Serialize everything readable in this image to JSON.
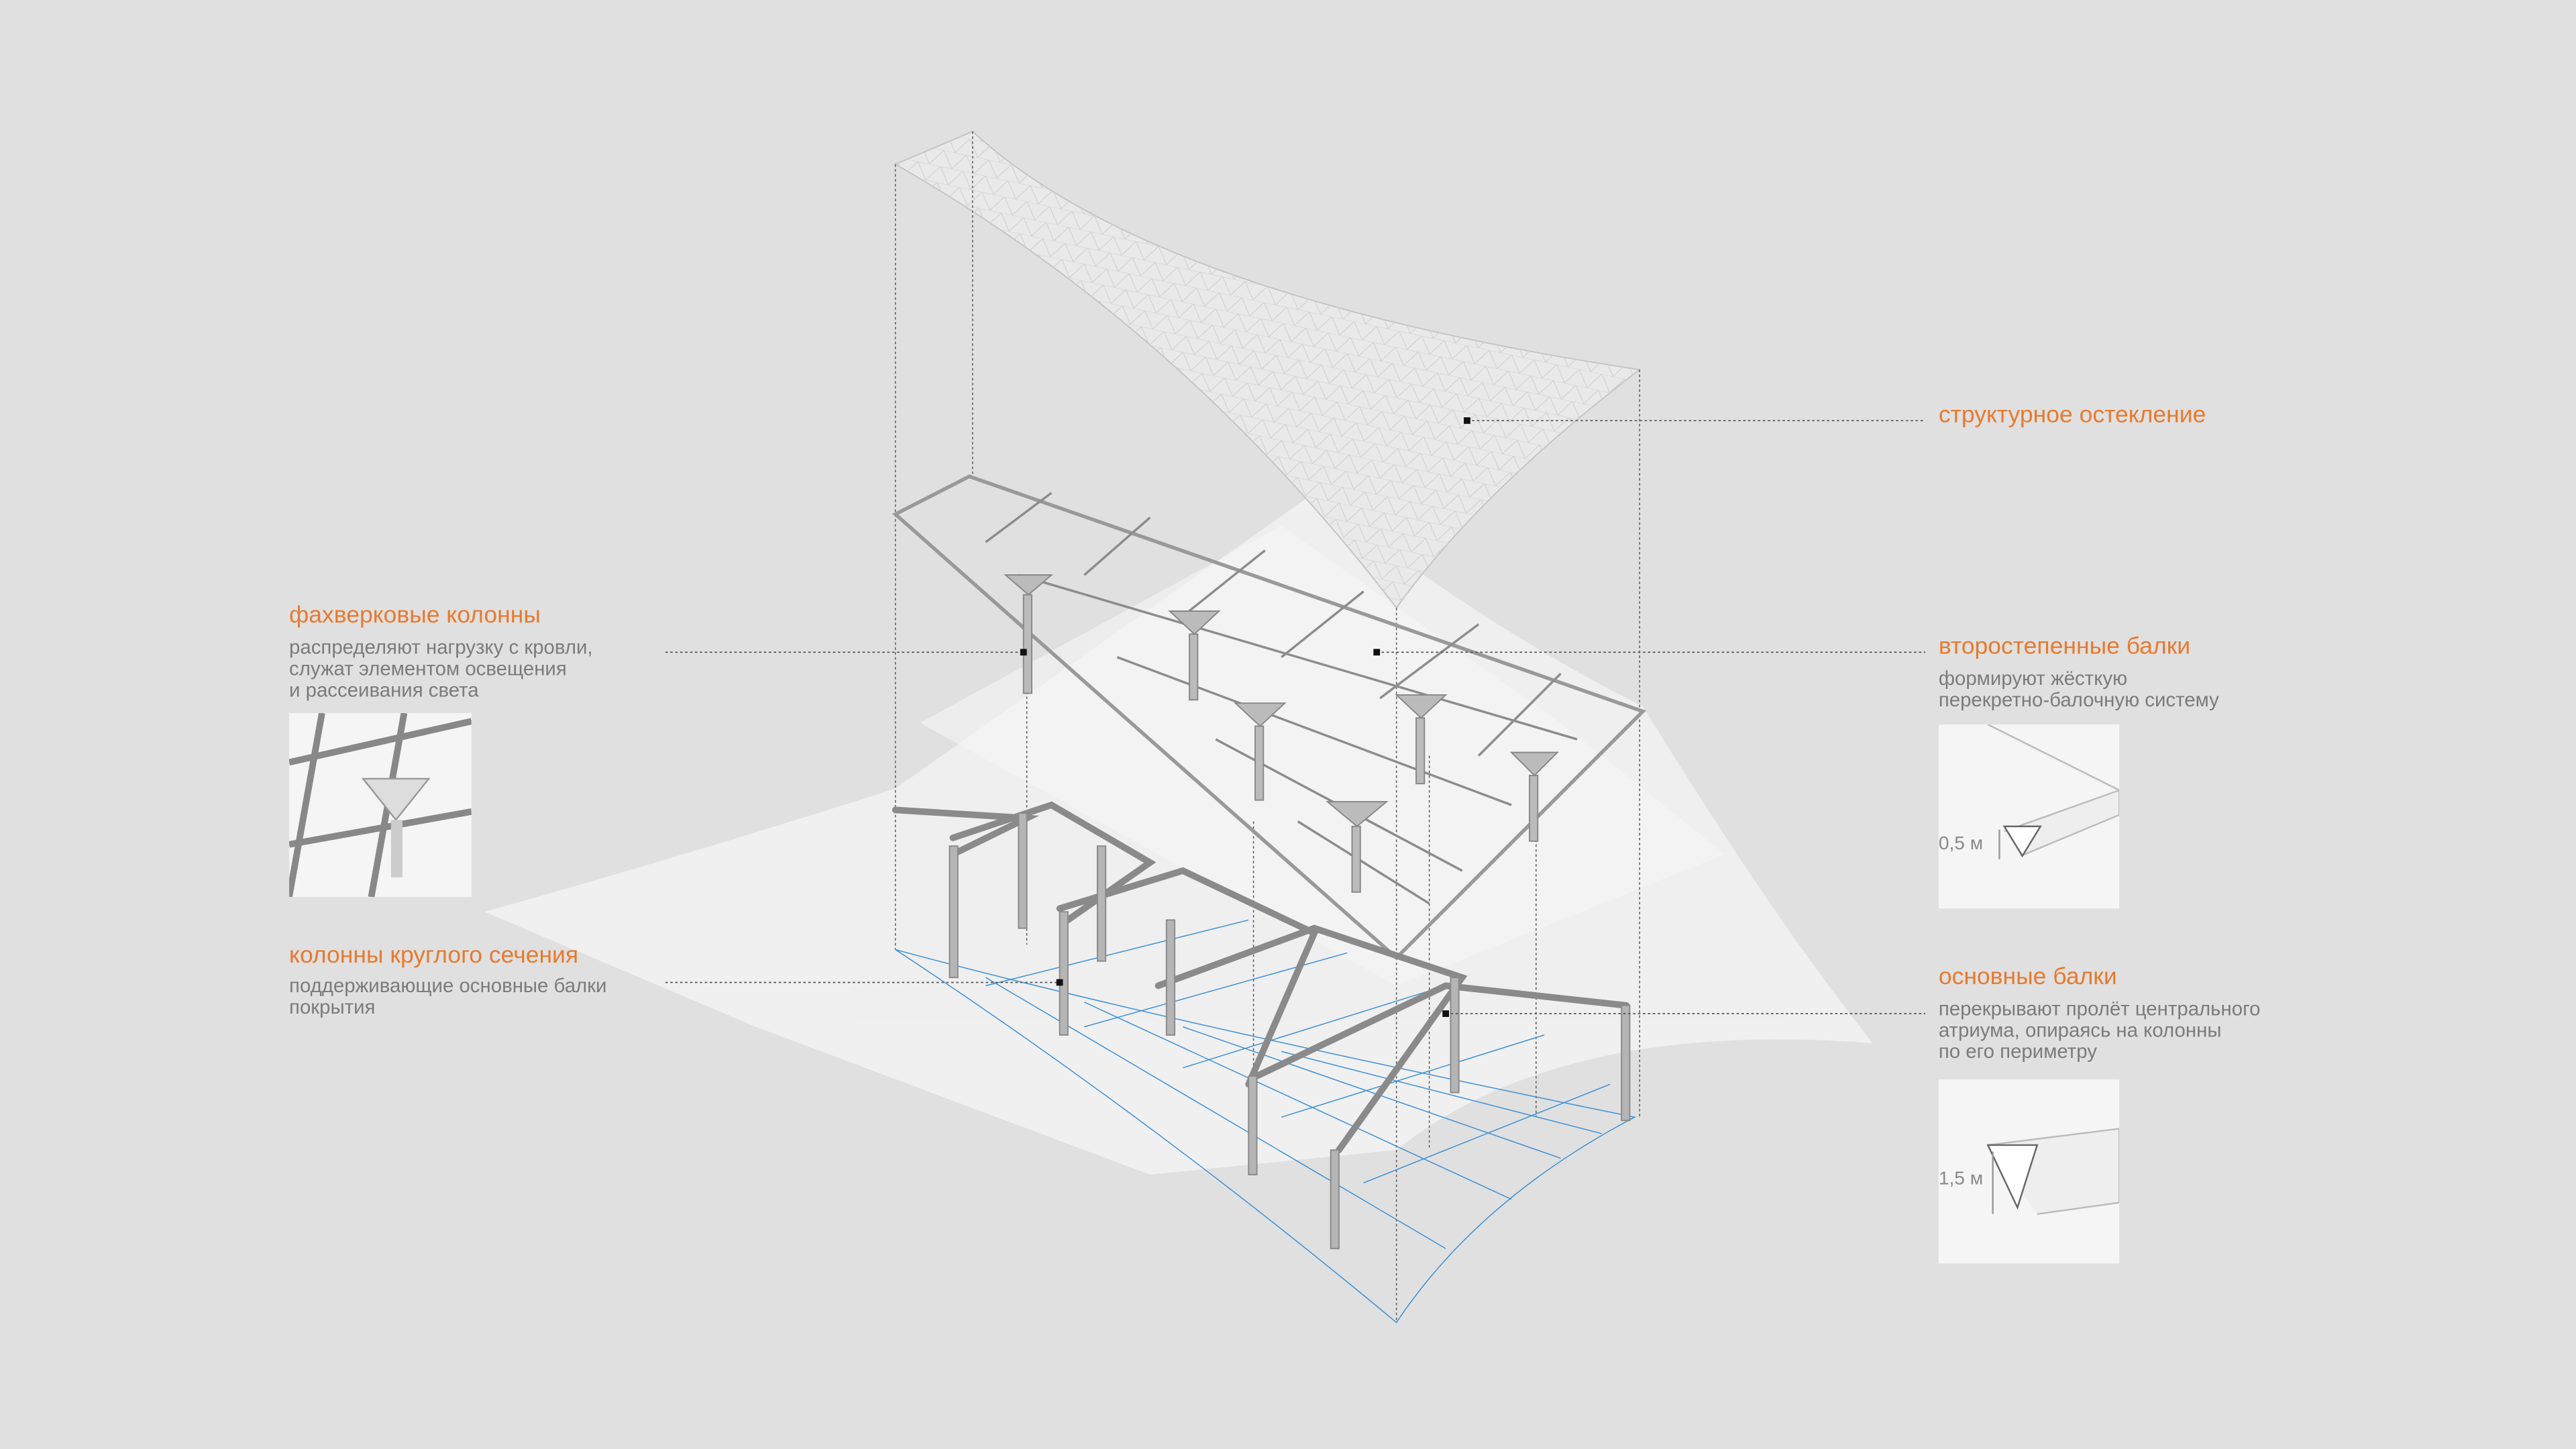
{
  "labels": {
    "glazing": {
      "title": "структурное остекление"
    },
    "truss_columns": {
      "title": "фахверковые колонны",
      "lines": [
        "распределяют нагрузку с кровли,",
        "служат элементом освещения",
        "и рассеивания света"
      ]
    },
    "secondary_beams": {
      "title": "второстепенные балки",
      "lines": [
        "формируют жёсткую",
        "перекретно-балочную систему"
      ],
      "dimension": "0,5 м"
    },
    "round_columns": {
      "title": "колонны круглого сечения",
      "lines": [
        "поддерживающие основные балки",
        "покрытия"
      ]
    },
    "main_beams": {
      "title": "основные балки",
      "lines": [
        "перекрывают пролёт центрального",
        "атриума, опираясь на колонны",
        "по его периметру"
      ],
      "dimension": "1,5 м"
    }
  },
  "colors": {
    "accent": "#e77a2f",
    "text": "#7b7b7b",
    "background": "#e0e0e0",
    "floor_grid": "#3a8fd8"
  }
}
